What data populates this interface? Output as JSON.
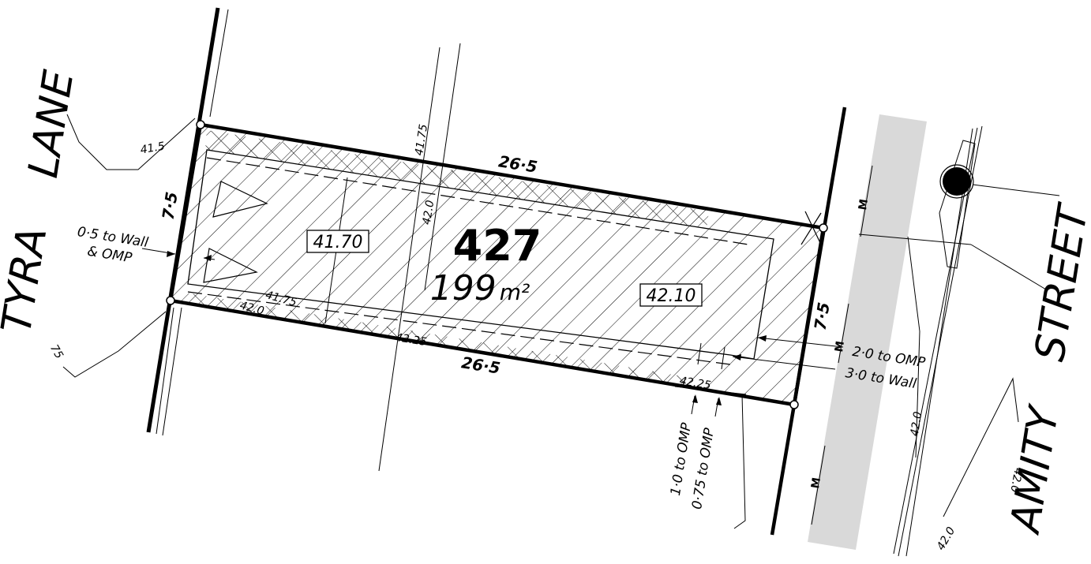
{
  "lot": {
    "number": "427",
    "area": "199",
    "area_unit": "m²"
  },
  "streets": {
    "west": [
      "TYRA",
      "LANE"
    ],
    "east": [
      "AMITY",
      "STREET"
    ]
  },
  "dimensions": {
    "north_length": "26·5",
    "south_length": "26·5",
    "west_width": "7·5",
    "east_width": "7·5"
  },
  "levels": {
    "box_west": "41.70",
    "box_east": "42.10",
    "l_41_5": "41.5",
    "l_41_75_top": "41.75",
    "l_42_0_top": "42.0",
    "l_41_75_bottom": "41.75",
    "l_42_0_bottom": "42.0",
    "l_42_25_mid": "42.25",
    "l_42_25_east": "42.25",
    "l_75_west": "75",
    "l_42_0_street": "42.0",
    "l_42_0_far": "42.0",
    "l_42_0_partial": "42.0"
  },
  "setbacks": {
    "west_1": "0·5 to Wall",
    "west_2": "& OMP",
    "south_1": "1·0 to OMP",
    "south_2": "0·75 to OMP",
    "east_1": "2·0 to OMP",
    "east_2": "3·0 to Wall"
  },
  "services": {
    "water_main_label": "M"
  }
}
